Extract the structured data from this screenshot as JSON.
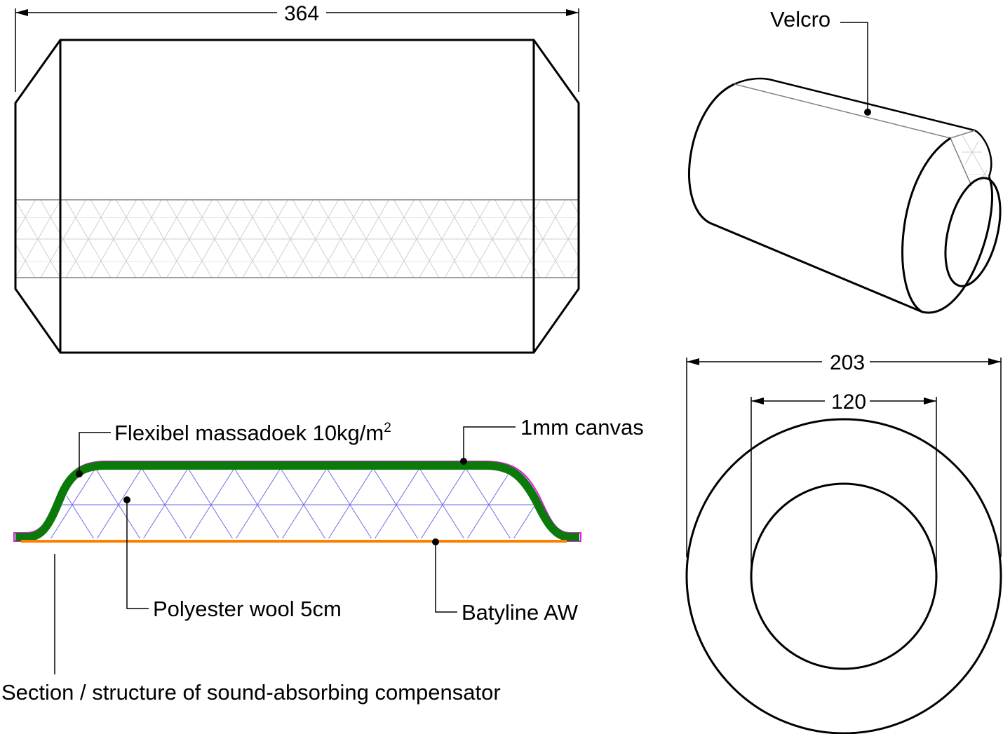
{
  "front_view": {
    "length_dimension": "364"
  },
  "iso_view": {
    "velcro_label": "Velcro"
  },
  "end_view": {
    "outer_diameter": "203",
    "inner_diameter": "120"
  },
  "section": {
    "massadoek_label": "Flexibel massadoek 10kg/m",
    "massadoek_superscript": "2",
    "canvas_label": "1mm canvas",
    "wool_label": "Polyester wool 5cm",
    "batyline_label": "Batyline AW",
    "caption": "Section / structure of sound-absorbing compensator"
  },
  "colors": {
    "massadoek": "#0b7a0b",
    "canvas": "#e020e0",
    "batyline": "#ff8000",
    "wool_hatch": "#6a6ae8",
    "velcro_hatch": "#c8c8c8"
  }
}
